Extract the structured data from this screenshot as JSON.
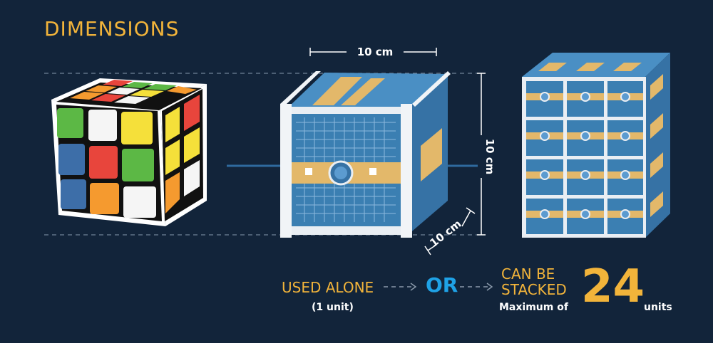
{
  "title": "DIMENSIONS",
  "dimensions": {
    "width": "10 cm",
    "height": "10 cm",
    "depth": "10 cm"
  },
  "options": {
    "alone_label": "USED ALONE",
    "alone_sub": "(1 unit)",
    "or_label": "OR",
    "stack_label_line1": "CAN BE",
    "stack_label_line2": "STACKED",
    "max_prefix": "Maximum of",
    "max_number": "24",
    "max_suffix": "units"
  },
  "colors": {
    "background": "#12243a",
    "accent": "#f2b43a",
    "or_blue": "#1fa2e6",
    "cube_blue": "#3b7fb2",
    "rubik_green": "#5cb845",
    "rubik_red": "#e8453c",
    "rubik_yellow": "#f5e03a",
    "rubik_orange": "#f59a2f",
    "rubik_blue": "#3d6ea8",
    "rubik_white": "#f5f5f5"
  }
}
